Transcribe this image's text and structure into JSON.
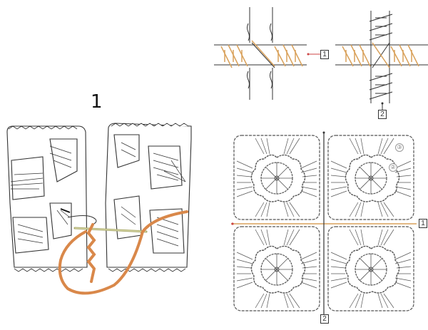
{
  "figure": {
    "number": "1",
    "caption_labels": {
      "join_horizontal": "1",
      "join_vertical": "2",
      "round_2": "②",
      "round_3": "③"
    }
  },
  "colors": {
    "yarn": "#d9884a",
    "thread_highlight": "#d9a15a",
    "line": "#333333",
    "needle": "#b9b98a",
    "background": "#ffffff"
  },
  "panels": [
    {
      "id": "photo-illustration",
      "description": "Two crochet granny squares sewn together with orange yarn and tapestry needle"
    },
    {
      "id": "stitch-detail-top-left",
      "description": "Whip-stitch join detail between two square edges",
      "label": "1"
    },
    {
      "id": "stitch-detail-top-right",
      "description": "Cross join at corner of four squares",
      "labels": [
        "1",
        "2"
      ]
    },
    {
      "id": "chart-four-squares",
      "description": "Crochet chart of four flower motif squares joined, horizontal seam 1 and vertical seam 2",
      "labels": [
        "1",
        "2",
        "②",
        "③"
      ]
    }
  ]
}
